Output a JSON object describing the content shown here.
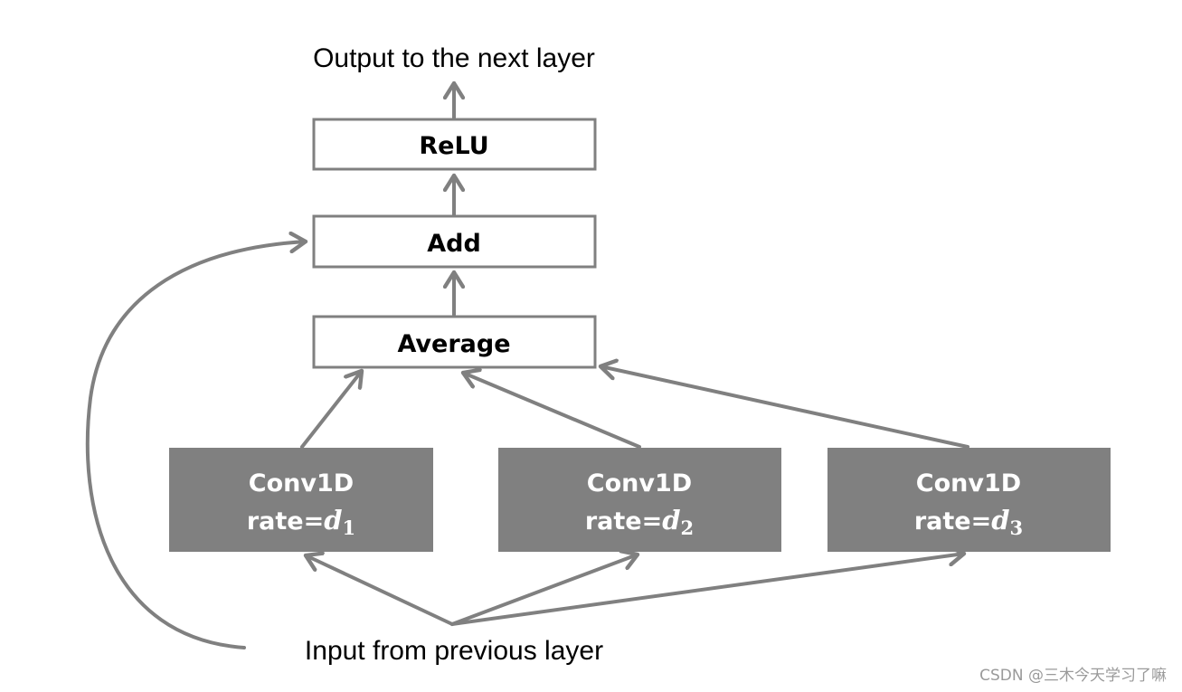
{
  "diagram": {
    "output_label": "Output to the next layer",
    "input_label": "Input from previous layer",
    "nodes": {
      "relu": "ReLU",
      "add": "Add",
      "average": "Average"
    },
    "conv_blocks": [
      {
        "title": "Conv1D",
        "rate_prefix": "rate=",
        "rate_var": "d",
        "rate_sub": "1"
      },
      {
        "title": "Conv1D",
        "rate_prefix": "rate=",
        "rate_var": "d",
        "rate_sub": "2"
      },
      {
        "title": "Conv1D",
        "rate_prefix": "rate=",
        "rate_var": "d",
        "rate_sub": "3"
      }
    ],
    "colors": {
      "edge": "#808080",
      "conv_fill": "#808080",
      "box_fill": "#ffffff"
    }
  },
  "watermark": "CSDN @三木今天学习了嘛"
}
